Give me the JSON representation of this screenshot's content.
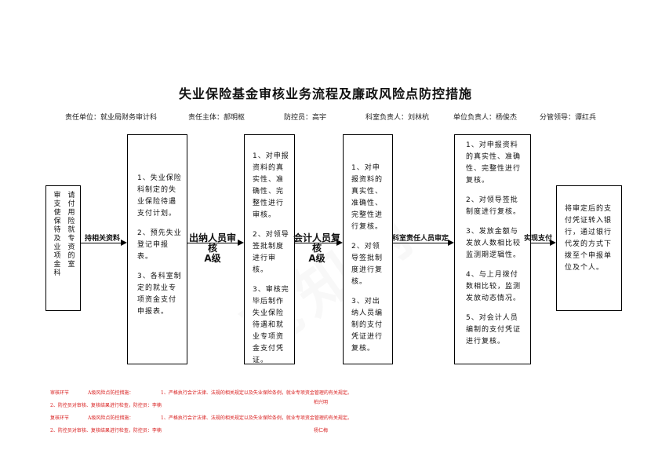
{
  "title": "失业保险基金审核业务流程及廉政风险点防控措施",
  "meta": {
    "unit": "责任单位：就业局财务审计科",
    "subject": "责任主体：郝明枢",
    "controller": "防控员：高宇",
    "section_head": "科室负责人：刘林杭",
    "unit_head": "单位负责人：杨俊杰",
    "leader": "分管领导：谭红兵"
  },
  "left_box": {
    "col1": "请付用险就专资的室",
    "col2": "审支使保待及业项金科"
  },
  "connectors": {
    "c1": "持相关资料",
    "c2_line1": "出纳人员审核",
    "c2_line2": "A级",
    "c3_line1": "会计人员复核",
    "c3_line2": "A级",
    "c4": "科室责任人员审定",
    "c5": "实现支付"
  },
  "box1": [
    "1、失业保险科制定的失业保险待遇支付计划。",
    "2、预先失业登记申报表。",
    "3、各科室制定的就业专项资金支付申报表。"
  ],
  "box2": [
    "1、对申报资料的真实性、准确性、完整性进行审核。",
    "2、对领导签批制度进行审核。",
    "3、审核完毕后制作失业保险待遇和就业专项资金支付凭证。"
  ],
  "box3": [
    "1、对申报资料的真实性、准确性、完整性进行复核。",
    "2、对领导签批制度进行复核。",
    "3、对出纳人员编制的支付凭证进行复核。"
  ],
  "box4": [
    "1、对申报资料的真实性、准确性、完整性进行复核。",
    "2、对领导签批制度进行复核。",
    "3、发放金额与发放人数相比较监测期逻辑性。",
    "4、与上月拨付数相比较，监测发放动态情况。",
    "5、对会计人员编制的支付凭证进行复核。"
  ],
  "box5": "将审定后的支付凭证转入银行，通过银行代发的方式下拨至个申报单位及个人。",
  "risk": {
    "r1_a": "审核环节",
    "r1_b": "A级风险点防控措施：",
    "r1_c": "1、严格执行会计法律、法规的相关规定以及失业保险条例，就业专项资金管理的有关规定。",
    "r1_name": "柏兴明",
    "r2_a": "2、防控员对审核、复核结果进行检查，防控员：李楠",
    "r3_a": "复核环节",
    "r3_b": "A级风险点防控措施：",
    "r3_c": "1、严格执行会计法律、法规的相关规定以及失业保险条例，就业专项资金管理的有关规定。",
    "r3_name": "杨仁梅",
    "r4_a": "2、防控员对审核、复核结果进行检查，防控员：李楠"
  },
  "watermark": "觅知网",
  "colors": {
    "risk_text": "#d81b1b",
    "line": "#000000"
  }
}
